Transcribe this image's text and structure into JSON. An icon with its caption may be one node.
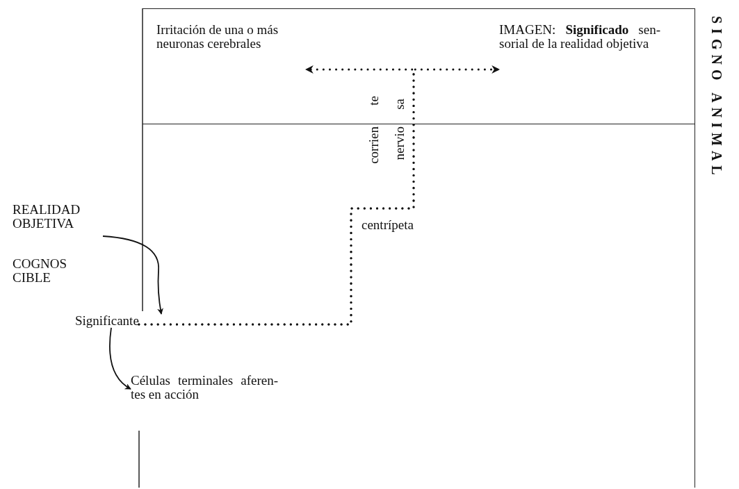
{
  "diagram": {
    "nodes": [
      {
        "text": [
          "SIGNO ANIMAL"
        ]
      },
      {
        "text": [],
        "shape": "box",
        "in": 0
      },
      {
        "text": [
          "Irritación de una o más neuronas cerebrales"
        ],
        "in": 1
      },
      {
        "text": [
          "IMAGEN: **Significado** sen- sorial de la realidad objetiva"
        ],
        "in": 1
      },
      {
        "text": [
          "REALIDAD OBJETIVA",
          "COGNOS CIBLE"
        ]
      },
      {
        "text": [
          "Significante"
        ]
      },
      {
        "text": [
          "Células terminales aferen- tes en acción"
        ]
      }
    ],
    "edges": [
      {
        "from": 4,
        "to": 5,
        "arrow": "to"
      },
      {
        "from": 5,
        "to": 6,
        "arrow": "to"
      },
      {
        "from": 5,
        "to": 2,
        "arrow": "to",
        "style": "dashed"
      },
      {
        "from": 5,
        "to": 3,
        "arrow": "to",
        "style": "dashed"
      }
    ],
    "labels": [
      "te",
      "sa",
      "corrien",
      "nervio",
      "centrípeta"
    ]
  }
}
